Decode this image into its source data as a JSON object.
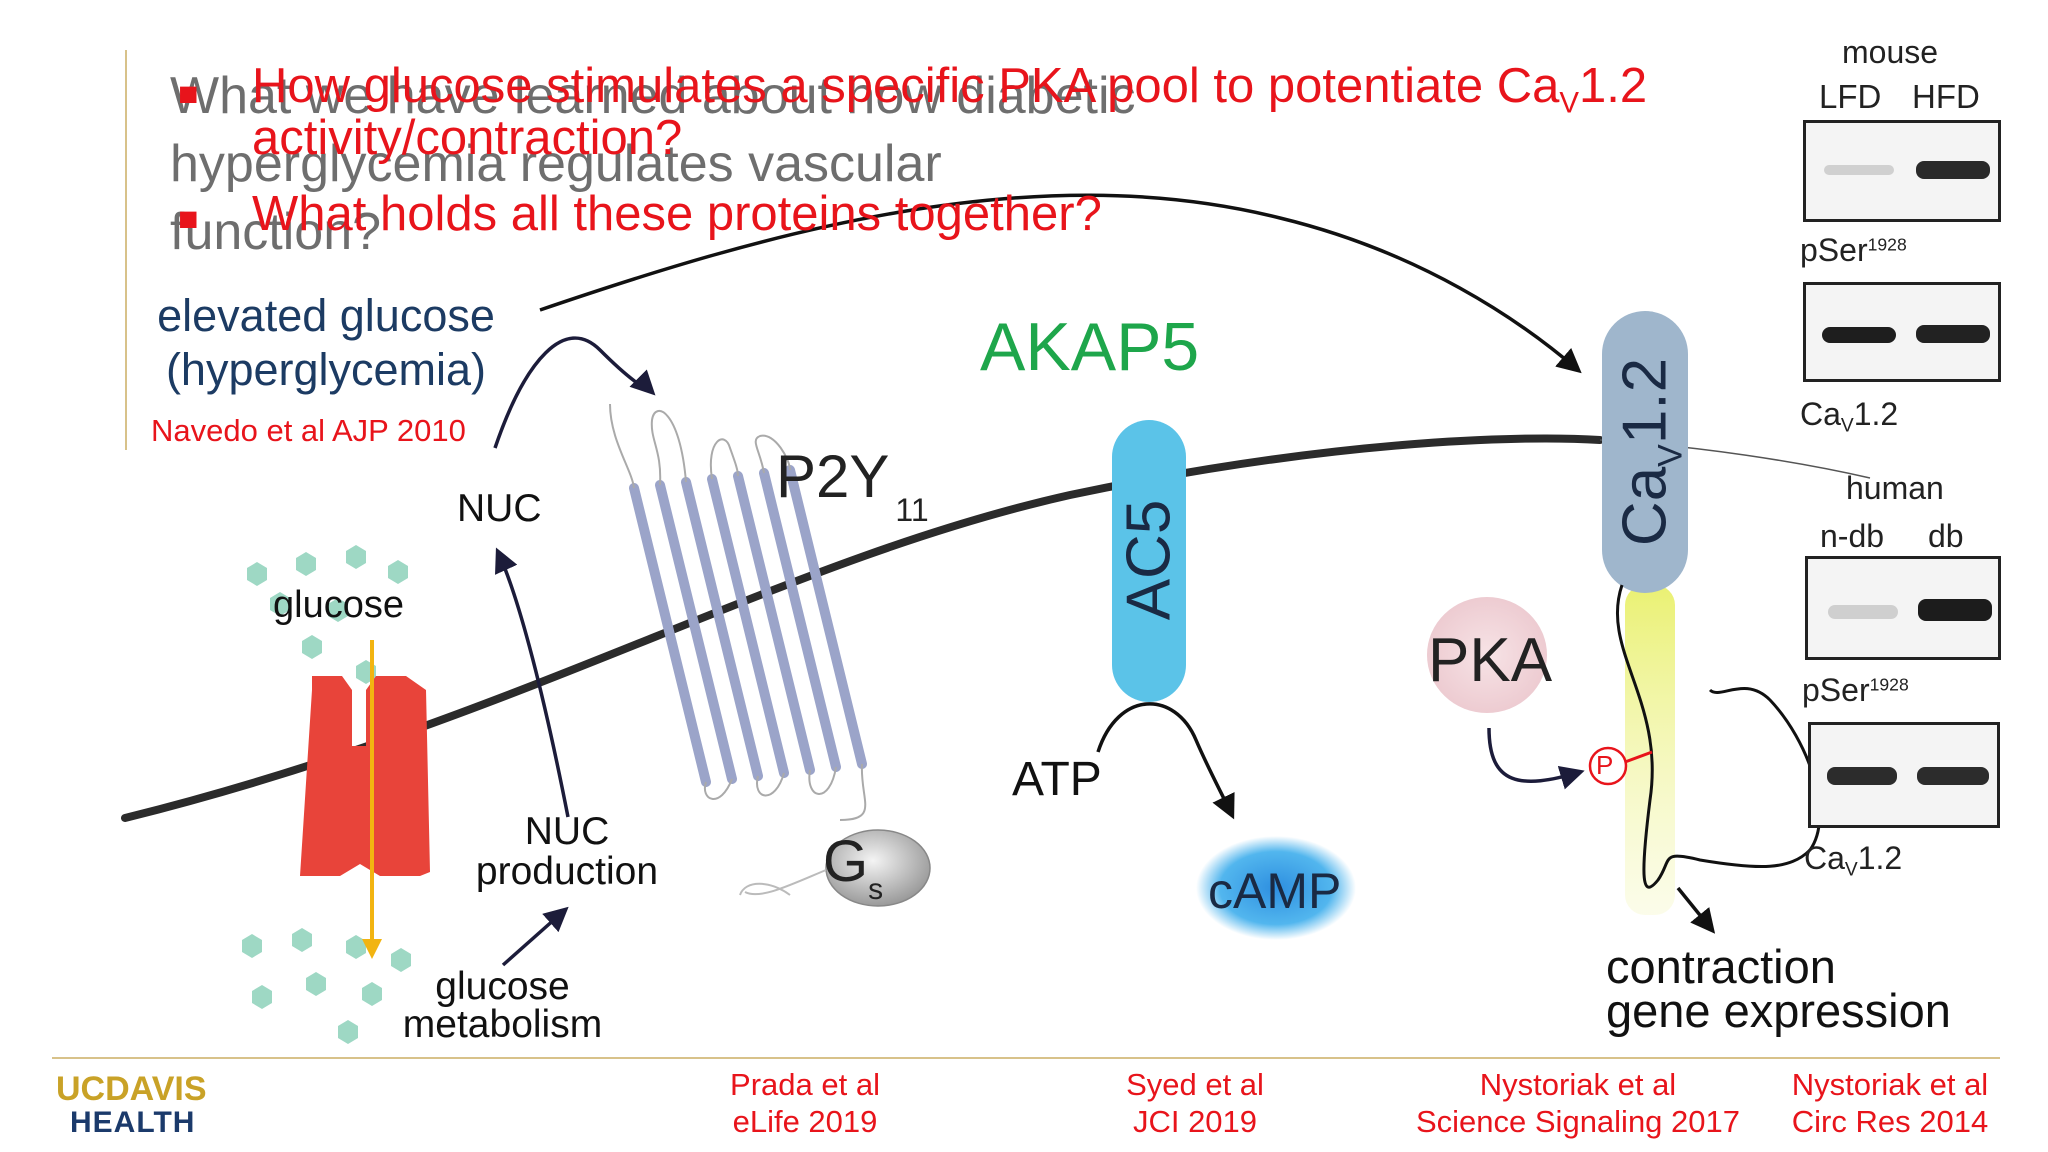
{
  "title": {
    "background_question": "What we have learned about how diabetic hyperglycemia regulates vascular function?",
    "bullets": [
      "How glucose stimulates a specific PKA pool to potentiate Ca",
      "activity/contraction?",
      "What holds all these proteins together?"
    ],
    "cav_v": "V",
    "cav_suffix": "1.2"
  },
  "labels": {
    "elevated_glucose_1": "elevated glucose",
    "elevated_glucose_2": "(hyperglycemia)",
    "navedo_ref": "Navedo et al AJP 2010",
    "nuc_top": "NUC",
    "glucose": "glucose",
    "nuc_production_1": "NUC",
    "nuc_production_2": "production",
    "glucose_metabolism_1": "glucose",
    "glucose_metabolism_2": "metabolism",
    "p2y": "P2Y",
    "p2y_sub": "11",
    "gs": "G",
    "gs_sub": "s",
    "akap5": "AKAP5",
    "ac5": "AC5",
    "atp": "ATP",
    "camp": "cAMP",
    "pka": "PKA",
    "phospho": "P",
    "cav12": "Ca",
    "cav12_v": "V",
    "cav12_num": "1.2",
    "contraction_1": "contraction",
    "contraction_2": "gene expression"
  },
  "blots": {
    "mouse_title": "mouse",
    "mouse_lanes": [
      "LFD",
      "HFD"
    ],
    "human_title": "human",
    "human_lanes": [
      "n-db",
      "db"
    ],
    "pser": "pSer",
    "pser_sup": "1928",
    "cav": "Ca",
    "cav_v": "V",
    "cav_num": "1.2"
  },
  "footer": {
    "logo_uc": "UC",
    "logo_davis": "DAVIS",
    "logo_health": "HEALTH",
    "refs": [
      {
        "line1": "Prada et al",
        "line2": "eLife 2019"
      },
      {
        "line1": "Syed et al",
        "line2": "JCI 2019"
      },
      {
        "line1": "Nystoriak et al",
        "line2": "Science Signaling 2017"
      },
      {
        "line1": "Nystoriak et al",
        "line2": "Circ Res 2014"
      }
    ]
  },
  "colors": {
    "red": "#e8141b",
    "navy": "#1c3b63",
    "akap_green": "#1ea64b",
    "ac5_blue": "#5bc3e8",
    "cav_blue": "#9fb6cc",
    "channel_red": "#e8443a",
    "gold": "#c9a227",
    "logo_blue": "#1b3a6b"
  }
}
